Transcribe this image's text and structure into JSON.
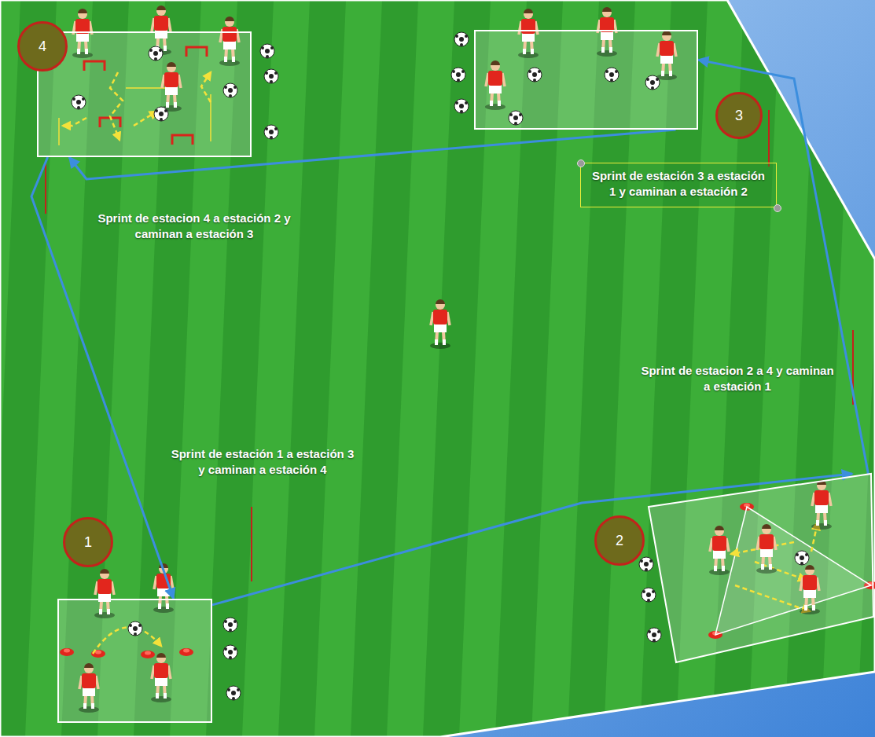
{
  "diagram": {
    "nodes": [
      {
        "text": [
          "4"
        ]
      },
      {
        "text": [
          "3"
        ]
      },
      {
        "text": [
          "Sprint de estación 3 a estación 1 y caminan a estación 2"
        ]
      },
      {
        "text": [
          "1"
        ]
      },
      {
        "text": [
          "2"
        ]
      }
    ],
    "edges": [
      {
        "from": 3,
        "to": 4,
        "arrow": "to"
      },
      {
        "from": 4,
        "to": 1,
        "arrow": "to"
      },
      {
        "from": 1,
        "to": 0,
        "arrow": "to"
      },
      {
        "from": 0,
        "to": 3,
        "arrow": "to"
      }
    ],
    "labels": [
      "Sprint de estacion 4 a estación 2 y caminan a estación 3",
      "Sprint de estacion 2 a 4 y caminan a estación 1",
      "Sprint de estación 1 a estación 3 y caminan a estación 4"
    ]
  }
}
